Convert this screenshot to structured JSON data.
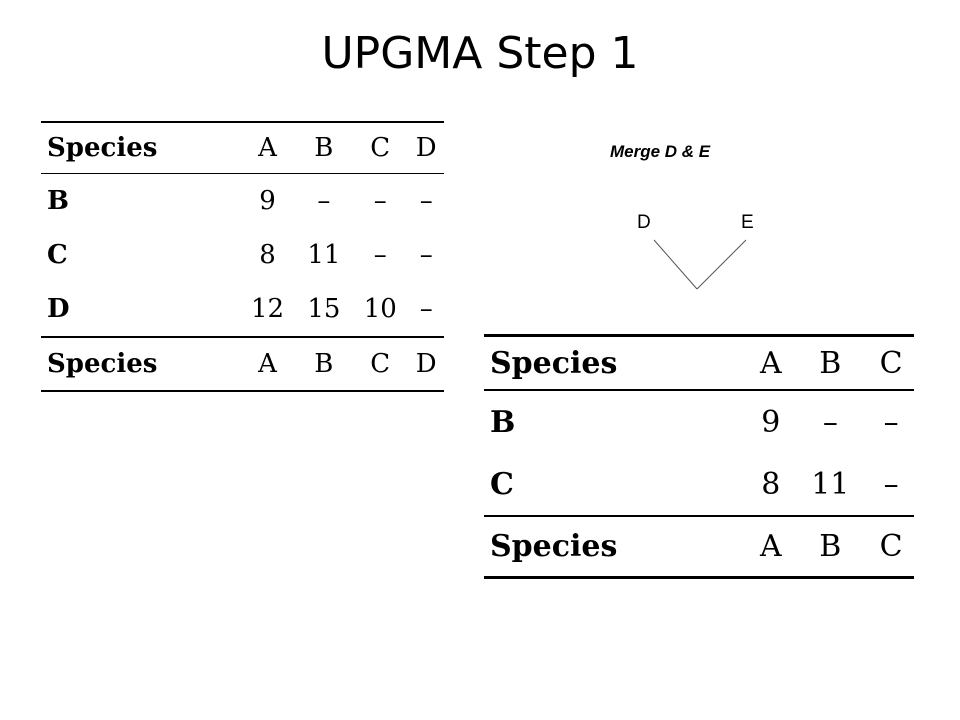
{
  "title": "UPGMA Step 1",
  "table1": {
    "header": [
      "Species",
      "A",
      "B",
      "C",
      "D"
    ],
    "rows": [
      {
        "label": "B",
        "cells": [
          "9",
          "–",
          "–",
          "–"
        ]
      },
      {
        "label": "C",
        "cells": [
          "8",
          "11",
          "–",
          "–"
        ]
      },
      {
        "label": "D",
        "cells": [
          "12",
          "15",
          "10",
          "–"
        ]
      }
    ],
    "footer": [
      "Species",
      "A",
      "B",
      "C",
      "D"
    ]
  },
  "merge": {
    "label": "Merge D & E",
    "leaves": [
      "D",
      "E"
    ]
  },
  "table2": {
    "header": [
      "Species",
      "A",
      "B",
      "C"
    ],
    "rows": [
      {
        "label": "B",
        "cells": [
          "9",
          "–",
          "–"
        ]
      },
      {
        "label": "C",
        "cells": [
          "8",
          "11",
          "–"
        ]
      }
    ],
    "footer": [
      "Species",
      "A",
      "B",
      "C"
    ]
  }
}
